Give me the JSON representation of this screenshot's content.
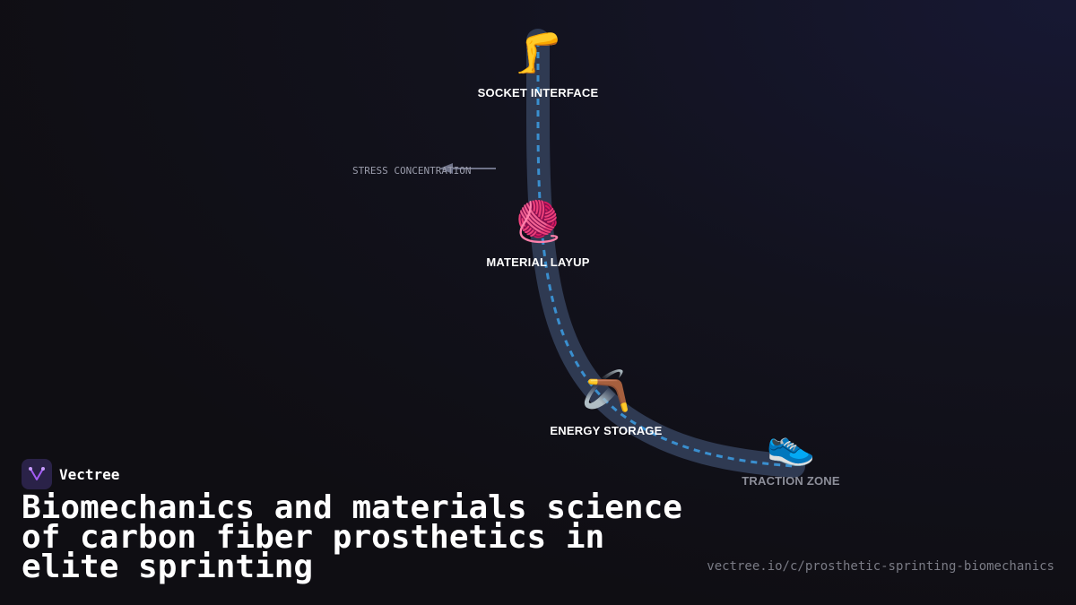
{
  "diagram": {
    "nodes": [
      {
        "id": "socket",
        "label": "SOCKET INTERFACE",
        "icon": "leg-icon",
        "glyph": "🦵"
      },
      {
        "id": "layup",
        "label": "MATERIAL LAYUP",
        "icon": "yarn-icon",
        "glyph": "🧶"
      },
      {
        "id": "energy",
        "label": "ENERGY STORAGE",
        "icon": "boomerang-icon",
        "glyph": "🪃"
      },
      {
        "id": "traction",
        "label": "TRACTION ZONE",
        "icon": "running-shoe-icon",
        "glyph": "👟"
      }
    ],
    "annotation": "STRESS CONCENTRATION",
    "colors": {
      "track": "#2f3a52",
      "dash": "#3a8fcf",
      "arrow": "#6e7288"
    }
  },
  "brand": {
    "name": "Vectree",
    "accent": "#a35cf5"
  },
  "title": "Biomechanics and materials science of carbon fiber prosthetics in elite sprinting",
  "url": "vectree.io/c/prosthetic-sprinting-biomechanics"
}
